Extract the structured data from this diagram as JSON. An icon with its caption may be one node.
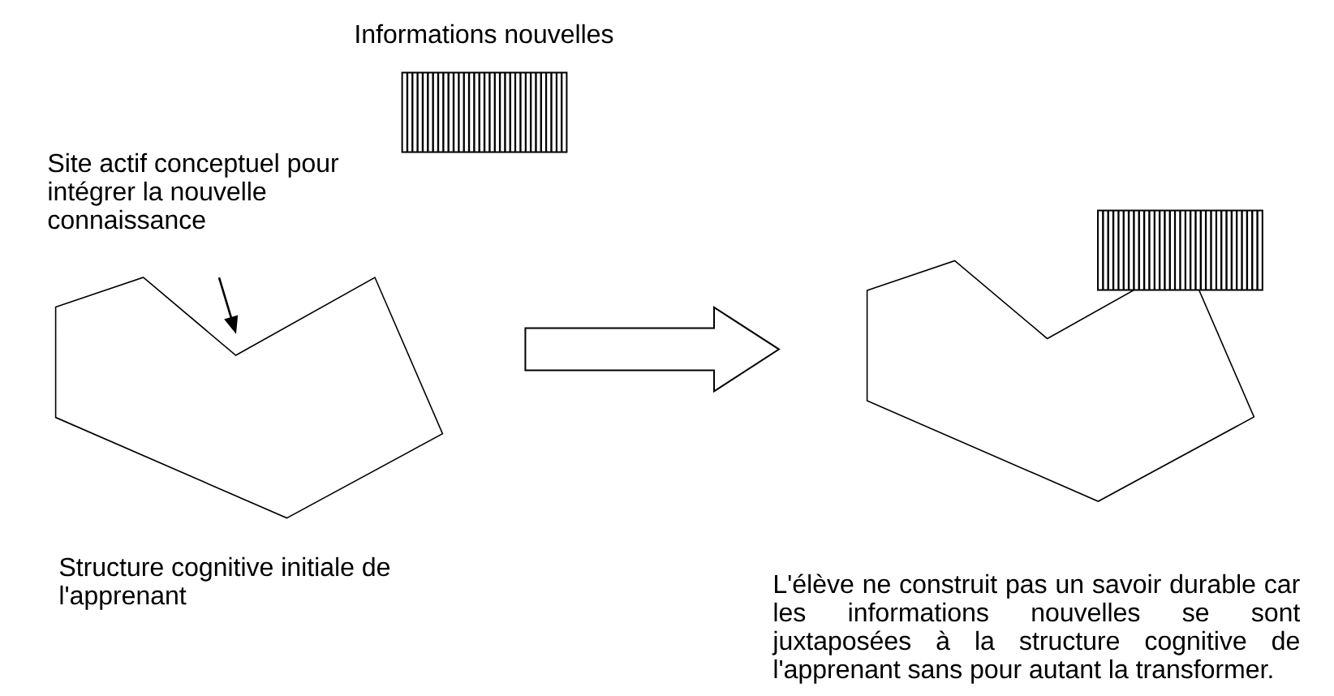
{
  "diagram": {
    "nodes": [
      {
        "text": [],
        "shape": "box",
        "beside": [
          "Informations nouvelles"
        ]
      },
      {
        "text": [
          "Site actif conceptuel pour intégrer la nouvelle connaissance"
        ]
      },
      {
        "text": [],
        "shape": "polygon",
        "beside": [
          "Structure cognitive initiale de l'apprenant"
        ]
      },
      {
        "text": [],
        "shape": "box"
      },
      {
        "text": [],
        "shape": "polygon",
        "beside": [
          "L'élève ne construit pas un savoir durable car les informations nouvelles se sont juxtaposées à la structure cognitive de l'apprenant sans pour autant la transformer."
        ]
      }
    ],
    "edges": [
      {
        "from": 1,
        "to": 2,
        "arrow": "to"
      },
      {
        "from": 2,
        "to": 4,
        "arrow": "to",
        "style": "thick"
      }
    ]
  }
}
